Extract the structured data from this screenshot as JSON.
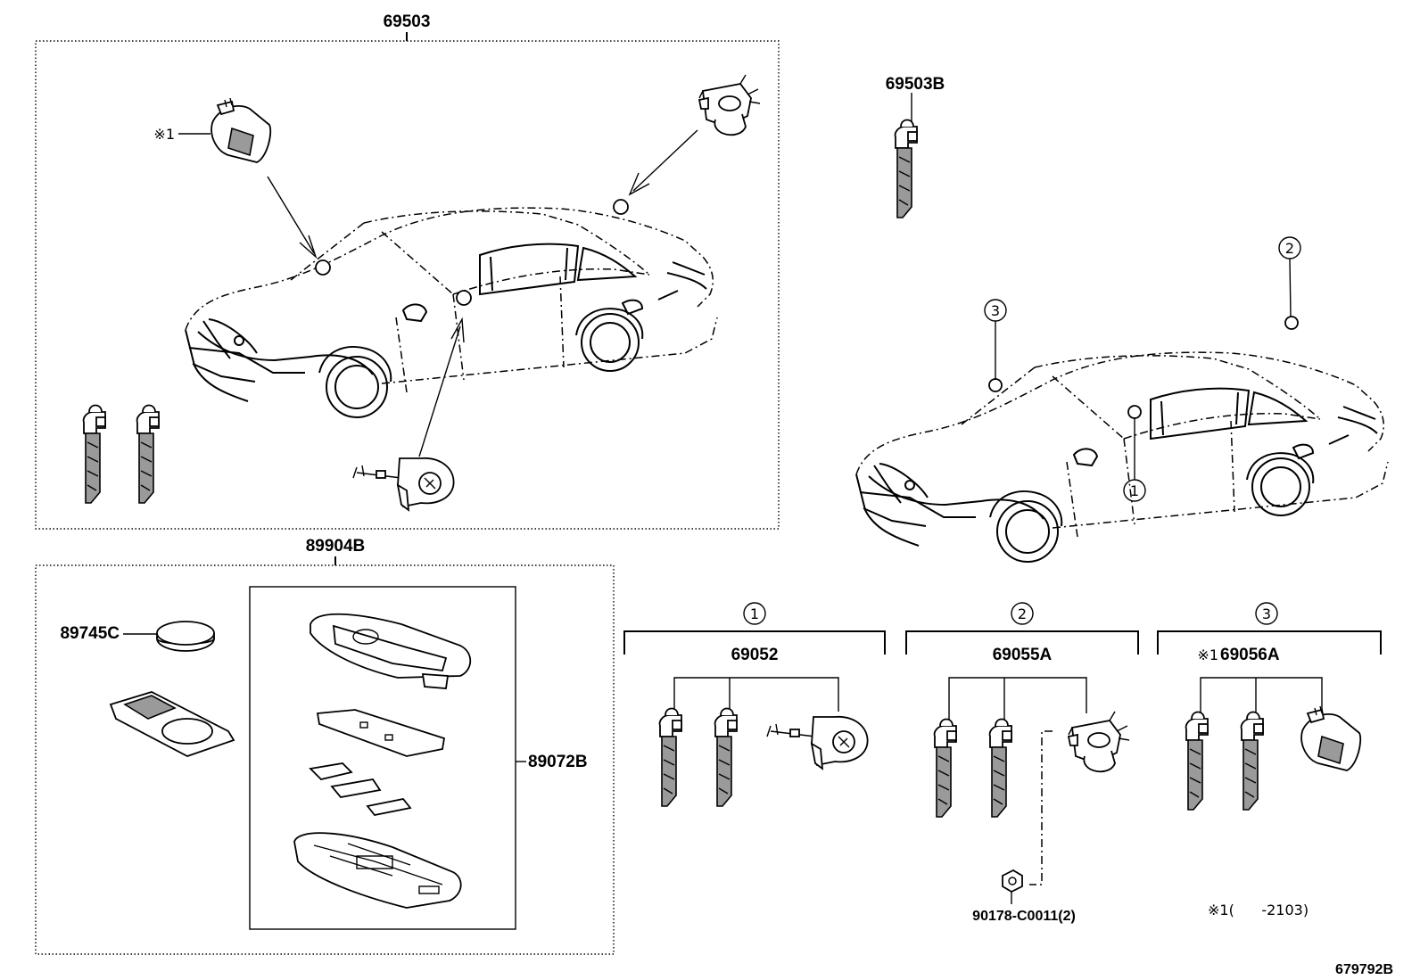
{
  "labels": {
    "kit_main": "69503",
    "key_blank": "69503B",
    "transmitter_kit": "89904B",
    "battery": "89745C",
    "transmitter_housing": "89072B",
    "door_cyl_set": "69052",
    "lug_cyl_set": "69055A",
    "ign_cyl_set": "69056A",
    "ign_cyl_set_prefix": "※1",
    "bolt": "90178-C0011(2)",
    "note_mark_kit": "※1",
    "footnote": "※1(      -2103)",
    "diagram_id": "679792B"
  },
  "markers": {
    "door": "1",
    "luggage": "2",
    "ignition": "3"
  },
  "icons": [
    "car-outline",
    "key-blade",
    "lock-cylinder",
    "battery-cell",
    "circuit-board",
    "remote-fob",
    "arrow"
  ]
}
